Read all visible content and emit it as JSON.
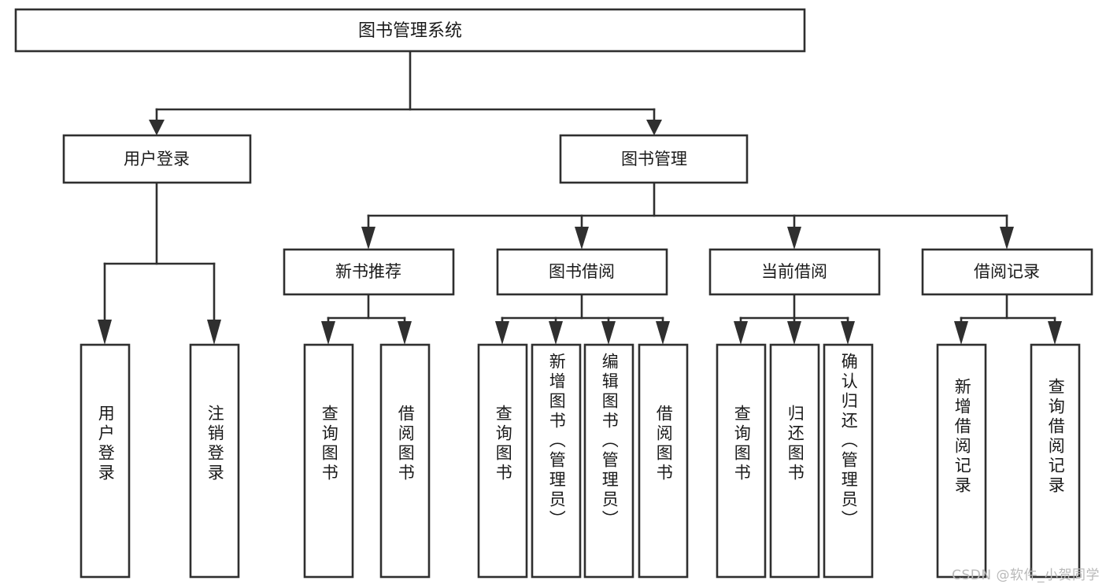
{
  "page": {
    "background": "#ffffff",
    "line_color": "#2f2f2f",
    "box_fill": "#ffffff",
    "text_color": "#1a1a1a",
    "watermark": "CSDN @软件_小贺同学"
  },
  "diagram": {
    "type": "tree",
    "orientation": "top-down",
    "title": "图书管理系统",
    "levels": 4
  },
  "root": {
    "label": "图书管理系统"
  },
  "level2": [
    {
      "id": "user-login",
      "label": "用户登录"
    },
    {
      "id": "book-manage",
      "label": "图书管理"
    }
  ],
  "level3": [
    {
      "id": "new-book-rec",
      "label": "新书推荐",
      "parent": "book-manage"
    },
    {
      "id": "book-borrow",
      "label": "图书借阅",
      "parent": "book-manage"
    },
    {
      "id": "current-borrow",
      "label": "当前借阅",
      "parent": "book-manage"
    },
    {
      "id": "borrow-record",
      "label": "借阅记录",
      "parent": "book-manage"
    }
  ],
  "leaves": [
    {
      "id": "leaf-1",
      "label": "用户登录",
      "parent": "user-login"
    },
    {
      "id": "leaf-2",
      "label": "注销登录",
      "parent": "user-login"
    },
    {
      "id": "leaf-3",
      "label": "查询图书",
      "parent": "new-book-rec"
    },
    {
      "id": "leaf-4",
      "label": "借阅图书",
      "parent": "new-book-rec"
    },
    {
      "id": "leaf-5",
      "label": "查询图书",
      "parent": "book-borrow"
    },
    {
      "id": "leaf-6",
      "label": "新增图书（管理员）",
      "parent": "book-borrow"
    },
    {
      "id": "leaf-7",
      "label": "编辑图书（管理员）",
      "parent": "book-borrow"
    },
    {
      "id": "leaf-8",
      "label": "借阅图书",
      "parent": "book-borrow"
    },
    {
      "id": "leaf-9",
      "label": "查询图书",
      "parent": "current-borrow"
    },
    {
      "id": "leaf-10",
      "label": "归还图书",
      "parent": "current-borrow"
    },
    {
      "id": "leaf-11",
      "label": "确认归还（管理员）",
      "parent": "current-borrow"
    },
    {
      "id": "leaf-12",
      "label": "新增借阅记录",
      "parent": "borrow-record"
    },
    {
      "id": "leaf-13",
      "label": "查询借阅记录",
      "parent": "borrow-record"
    }
  ]
}
